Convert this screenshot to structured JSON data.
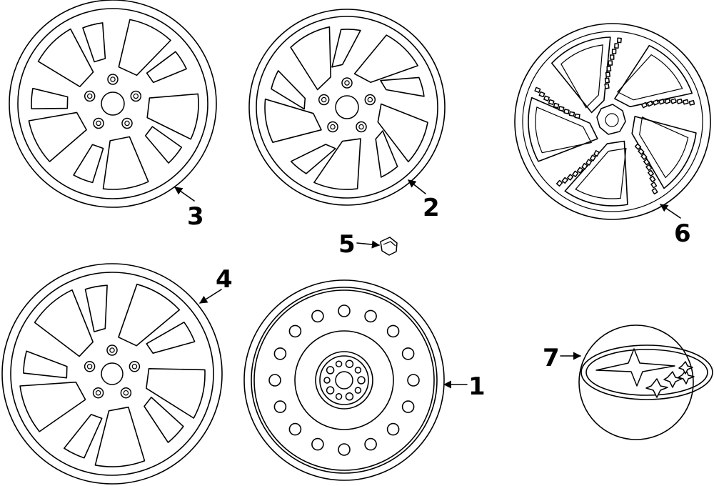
{
  "callouts": {
    "p1": "1",
    "p2": "2",
    "p3": "3",
    "p4": "4",
    "p5": "5",
    "p6": "6",
    "p7": "7"
  },
  "colors": {
    "line": "#000000",
    "background": "#ffffff"
  }
}
